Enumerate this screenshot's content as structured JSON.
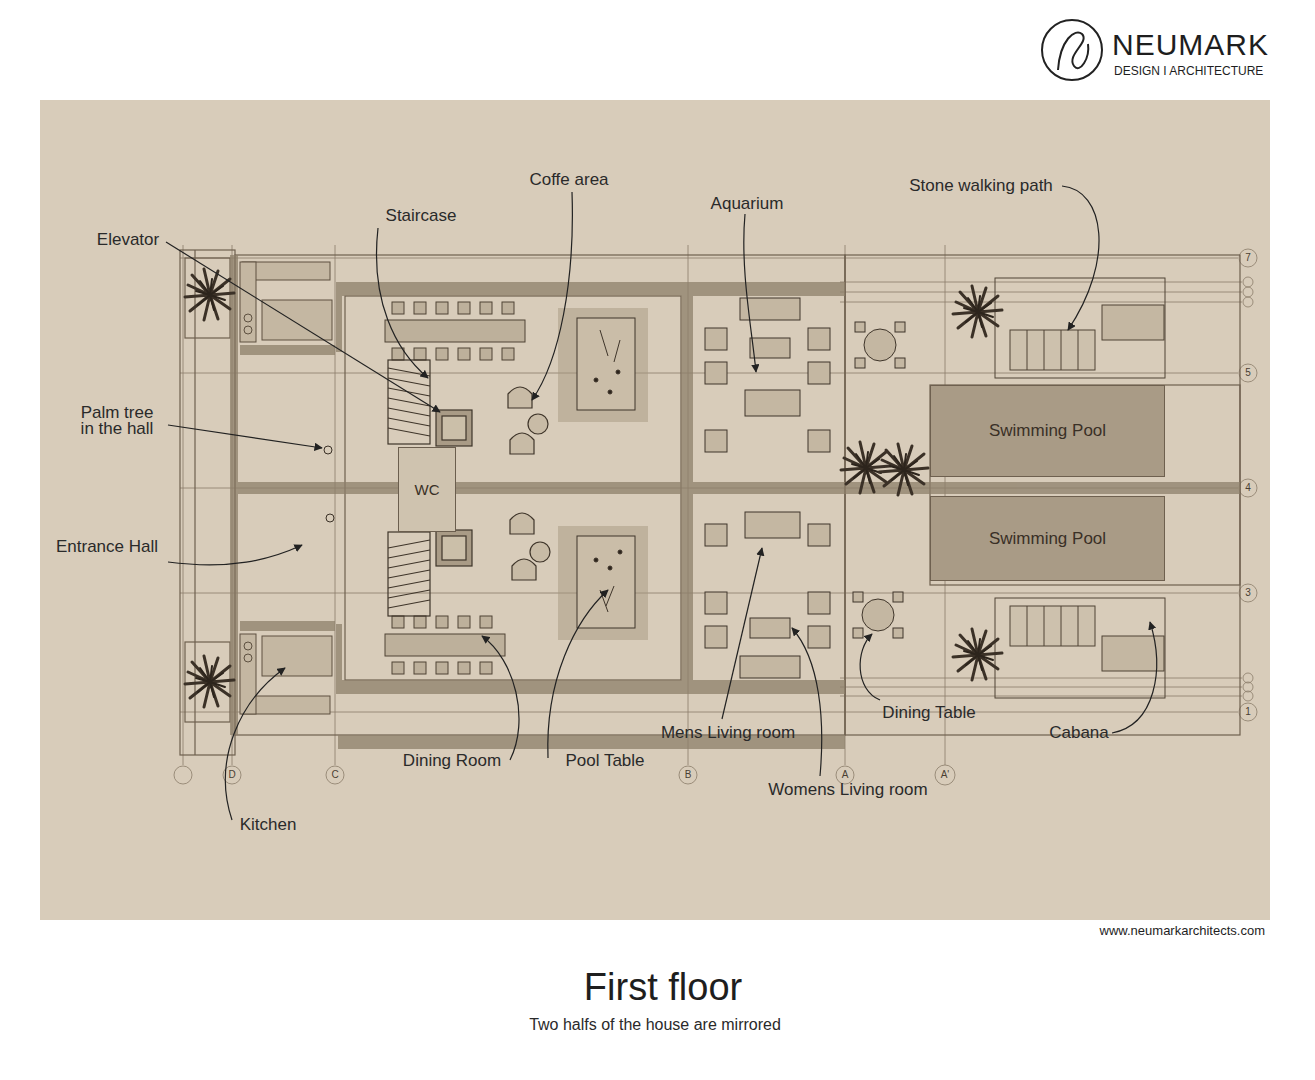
{
  "diagram": {
    "title": "First floor",
    "caption": "Two halfs of the house are mirrored",
    "nodes": [
      {
        "text": [
          "WC"
        ]
      },
      {
        "text": [
          "Swimming Pool"
        ]
      },
      {
        "text": [
          "Swimming Pool"
        ]
      }
    ],
    "labels": [
      "NEUMARK",
      "DESIGN I ARCHITECTURE",
      "Coffe area",
      "Staircase",
      "Elevator",
      "Aquarium",
      "Stone walking path",
      "Palm tree in the hall",
      "Entrance Hall",
      "Dining Room",
      "Pool Table",
      "Mens Living room",
      "Dining Table",
      "Cabana",
      "Womens Living room",
      "Kitchen",
      "7",
      "5",
      "4",
      "3",
      "1",
      "D",
      "C",
      "B",
      "A",
      "A'",
      "www.neumarkarchitects.com"
    ]
  }
}
